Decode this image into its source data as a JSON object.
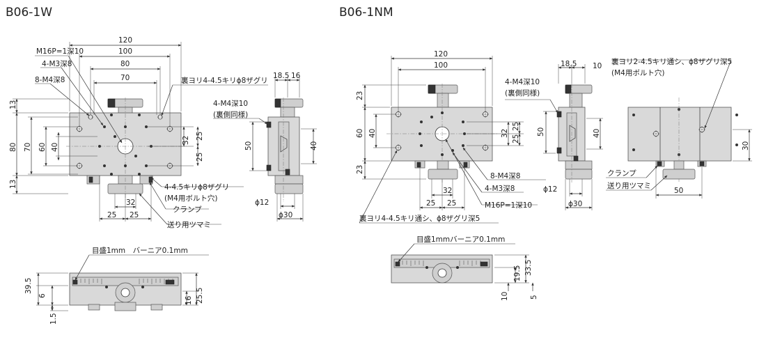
{
  "titles": {
    "left": "B06-1W",
    "right": "B06-1NM"
  },
  "left": {
    "dims": {
      "w120": "120",
      "w100": "100",
      "w80": "80",
      "w70": "70",
      "h13a": "13",
      "h80": "80",
      "h70": "70",
      "h60": "60",
      "h40": "40",
      "h13b": "13",
      "r32": "32",
      "r25a": "25",
      "r25b": "25",
      "b32": "32",
      "b25a": "25",
      "b25b": "25",
      "s185": "18.5",
      "s16": "16",
      "s50": "50",
      "s40": "40",
      "s12": "ϕ12",
      "s30": "ϕ30",
      "f395": "39.5",
      "f6": "6",
      "f16": "16",
      "f255": "25.5",
      "f15": "1.5"
    },
    "notes": {
      "m16": "M16P=1深10",
      "m3": "4-M3深8",
      "m4": "8-M4深8",
      "backhole": "裏ヨリ4-4.5キリϕ8ザグリ",
      "m4side": "4-M4深10",
      "m4side2": "(裏側同様)",
      "drill": "4-4.5キリϕ8ザグリ",
      "drill2": "(M4用ボルト穴)",
      "clamp": "クランプ",
      "knob": "送り用ツマミ",
      "scale": "目盛1mm　バーニア0.1mm"
    }
  },
  "right": {
    "dims": {
      "w120": "120",
      "w100": "100",
      "h23a": "23",
      "h60": "60",
      "h40": "40",
      "h23b": "23",
      "r32": "32",
      "r25a": "25",
      "r25b": "25",
      "b32": "32",
      "b25a": "25",
      "b25b": "25",
      "s185": "18.5",
      "s10": "10",
      "s50": "50",
      "s40": "40",
      "s12": "ϕ12",
      "s30": "ϕ30",
      "e30": "30",
      "e50": "50",
      "f335": "33.5",
      "f195": "19.5",
      "f10": "10",
      "f5": "5"
    },
    "notes": {
      "m4side": "4-M4深10",
      "m4side2": "(裏側同様)",
      "back2": "裏ヨリ2-4.5キリ通シ、ϕ8ザグリ深5",
      "back2b": "(M4用ボルト穴)",
      "m4": "8-M4深8",
      "m3": "4-M3深8",
      "m16": "M16P=1深10",
      "back4": "裏ヨリ4-4.5キリ通シ、ϕ8ザグリ深5",
      "clamp": "クランプ",
      "knob": "送り用ツマミ",
      "scale": "目盛1mmバーニア0.1mm"
    }
  }
}
